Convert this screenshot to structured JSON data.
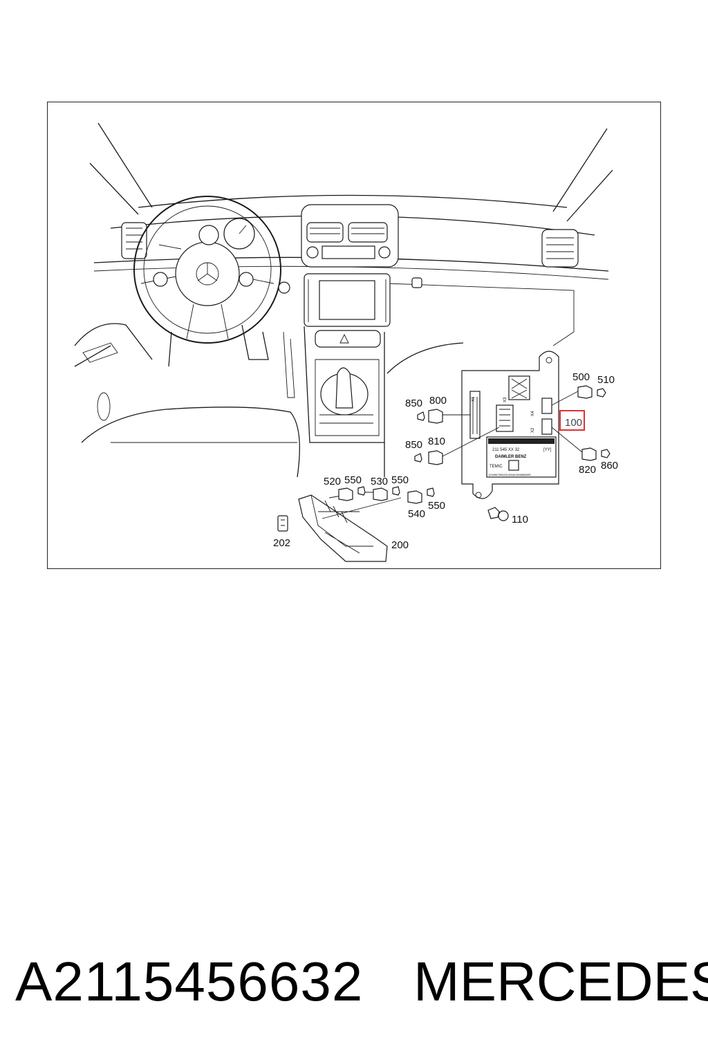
{
  "diagram": {
    "callouts": {
      "c100": "100",
      "c110": "110",
      "c200": "200",
      "c202": "202",
      "c500": "500",
      "c510": "510",
      "c520": "520",
      "c530": "530",
      "c540": "540",
      "c550a": "550",
      "c550b": "550",
      "c550c": "550",
      "c800": "800",
      "c810": "810",
      "c820": "820",
      "c850a": "850",
      "c850b": "850",
      "c860": "860"
    },
    "module_label": {
      "code": "211 545 XX 32",
      "variant": "[YY]",
      "maker": "DAIMLER BENZ",
      "supplier": "TEMIC",
      "barcode_text": "123456789A22UANAC66668888S"
    },
    "connector_tags": {
      "x1": "X1",
      "x2": "X2",
      "x3": "X3",
      "x4": "X4"
    },
    "highlight_color": "#e03030"
  },
  "footer": {
    "part_number": "A2115456632",
    "brand": "MERCEDES"
  }
}
